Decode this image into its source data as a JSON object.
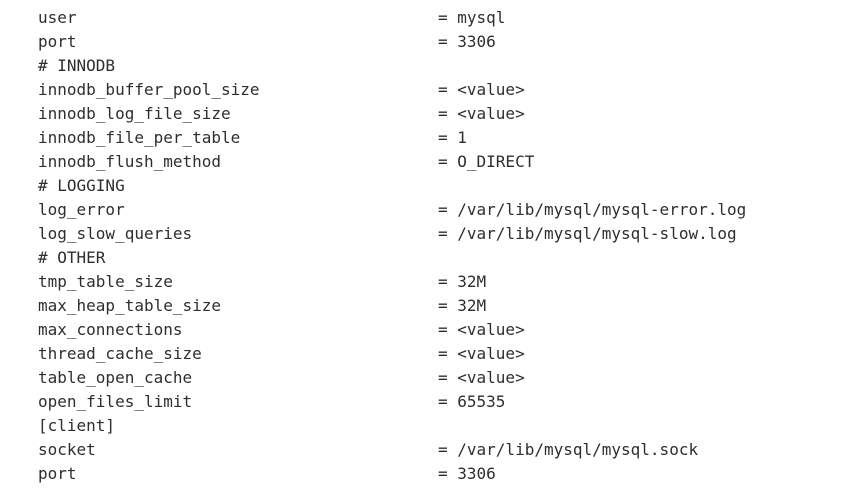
{
  "colors": {
    "background": "#ffffff",
    "text": "#2e2e2e"
  },
  "config_file": {
    "separator": "=",
    "lines": [
      {
        "type": "pair",
        "key": "user",
        "value": "mysql"
      },
      {
        "type": "pair",
        "key": "port",
        "value": "3306"
      },
      {
        "type": "comment",
        "key": "# INNODB",
        "value": null
      },
      {
        "type": "pair",
        "key": "innodb_buffer_pool_size",
        "value": "<value>"
      },
      {
        "type": "pair",
        "key": "innodb_log_file_size",
        "value": "<value>"
      },
      {
        "type": "pair",
        "key": "innodb_file_per_table",
        "value": "1"
      },
      {
        "type": "pair",
        "key": "innodb_flush_method",
        "value": "O_DIRECT"
      },
      {
        "type": "comment",
        "key": "# LOGGING",
        "value": null
      },
      {
        "type": "pair",
        "key": "log_error",
        "value": "/var/lib/mysql/mysql-error.log"
      },
      {
        "type": "pair",
        "key": "log_slow_queries",
        "value": "/var/lib/mysql/mysql-slow.log"
      },
      {
        "type": "comment",
        "key": "# OTHER",
        "value": null
      },
      {
        "type": "pair",
        "key": "tmp_table_size",
        "value": "32M"
      },
      {
        "type": "pair",
        "key": "max_heap_table_size",
        "value": "32M"
      },
      {
        "type": "pair",
        "key": "max_connections",
        "value": "<value>"
      },
      {
        "type": "pair",
        "key": "thread_cache_size",
        "value": "<value>"
      },
      {
        "type": "pair",
        "key": "table_open_cache",
        "value": "<value>"
      },
      {
        "type": "pair",
        "key": "open_files_limit",
        "value": "65535"
      },
      {
        "type": "section",
        "key": "[client]",
        "value": null
      },
      {
        "type": "pair",
        "key": "socket",
        "value": "/var/lib/mysql/mysql.sock"
      },
      {
        "type": "pair",
        "key": "port",
        "value": "3306"
      }
    ]
  }
}
